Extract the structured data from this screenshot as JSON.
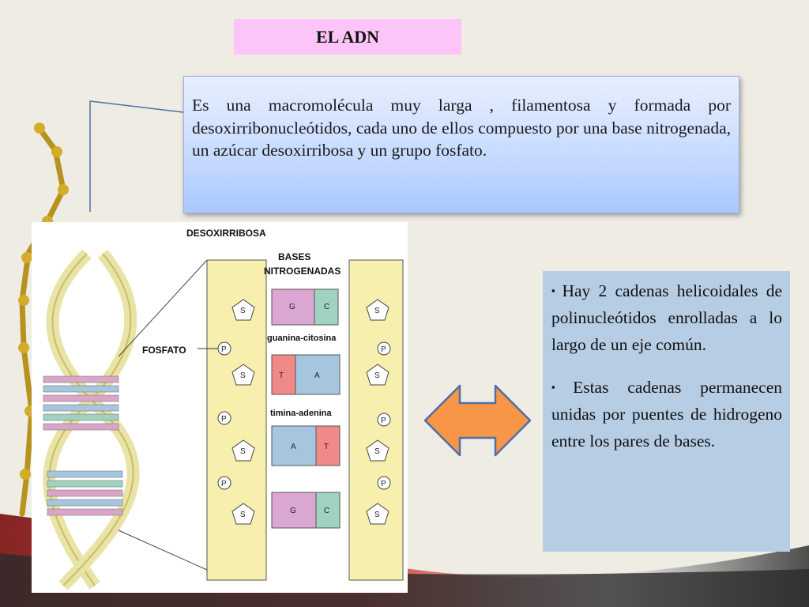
{
  "title": "EL ADN",
  "intro_text": "Es una macromolécula muy larga , filamentosa  y  formada por desoxirribonucleótidos, cada uno de ellos compuesto por una base nitrogenada, un azúcar desoxirribosa y un grupo fosfato.",
  "figure": {
    "label_desoxirribosa": "DESOXIRRIBOSA",
    "label_bases_line1": "BASES",
    "label_bases_line2": "NITROGENADAS",
    "label_fosfato": "FOSFATO",
    "label_guanina_citosina": "guanina-citosina",
    "label_timina_adenina": "timina-adenina",
    "pairs": [
      {
        "left": "G",
        "right": "C"
      },
      {
        "left": "T",
        "right": "A"
      },
      {
        "left": "A",
        "right": "T"
      },
      {
        "left": "G",
        "right": "C"
      }
    ],
    "sugar_letter": "S",
    "phosphate_letter": "P"
  },
  "bullets": [
    {
      "mark": "▪",
      "text": "Hay 2 cadenas helicoidales de polinucleótidos enrolladas a lo largo de un eje común."
    },
    {
      "mark": "▪",
      "text": "Estas cadenas permanecen unidas por puentes de hidrogeno entre los pares de bases."
    }
  ],
  "colors": {
    "title_bg": "#fdc4fa",
    "intro_bg": "#c9dcff",
    "bullets_bg": "#b7cde4",
    "arrow_fill": "#f79646",
    "arrow_stroke": "#4f6fa8"
  }
}
